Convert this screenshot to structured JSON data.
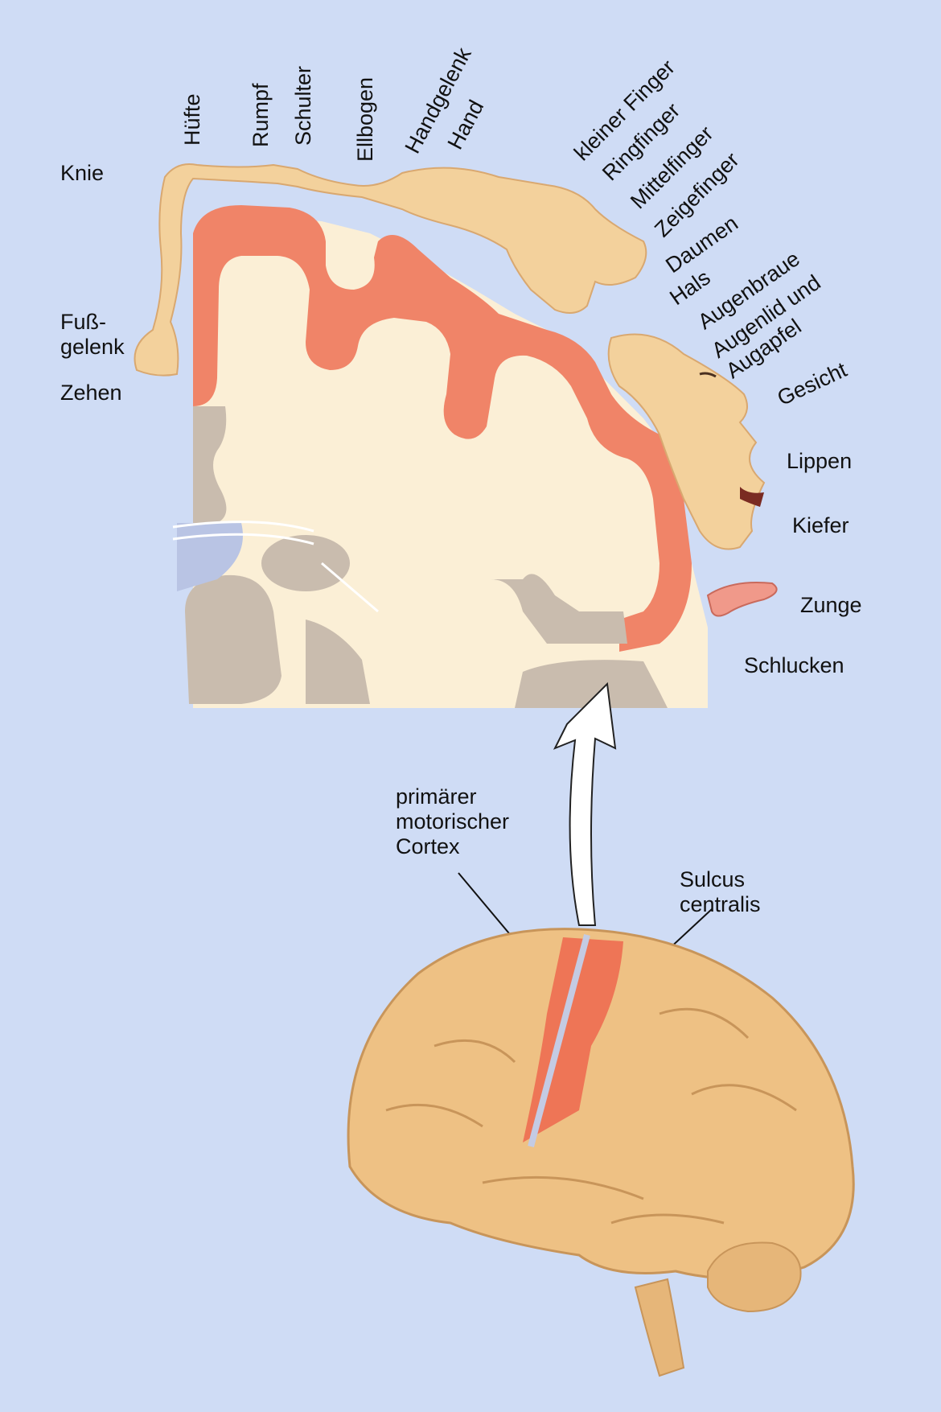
{
  "homunculus_labels": {
    "knie": "Knie",
    "huefte": "Hüfte",
    "rumpf": "Rumpf",
    "schulter": "Schulter",
    "ellbogen": "Ellbogen",
    "handgelenk": "Handgelenk",
    "hand": "Hand",
    "kleiner_finger": "kleiner Finger",
    "ringfinger": "Ringfinger",
    "mittelfinger": "Mittelfinger",
    "zeigefinger": "Zeigefinger",
    "daumen": "Daumen",
    "hals": "Hals",
    "augenbraue": "Augenbraue",
    "augenlid": "Augenlid und Augapfel",
    "gesicht": "Gesicht",
    "lippen": "Lippen",
    "kiefer": "Kiefer",
    "zunge": "Zunge",
    "schlucken": "Schlucken",
    "fussgelenk": "Fuß-\ngelenk",
    "zehen": "Zehen"
  },
  "brain_labels": {
    "motor_cortex": "primärer motorischer Cortex",
    "sulcus": "Sulcus centralis"
  },
  "colors": {
    "background": "#cfdcf5",
    "cortex_motor": "#f08468",
    "white_matter": "#fbefd6",
    "gray_nuclei": "#c9bcae",
    "skin": "#f3d19c",
    "brain_surface": "#eec184"
  }
}
